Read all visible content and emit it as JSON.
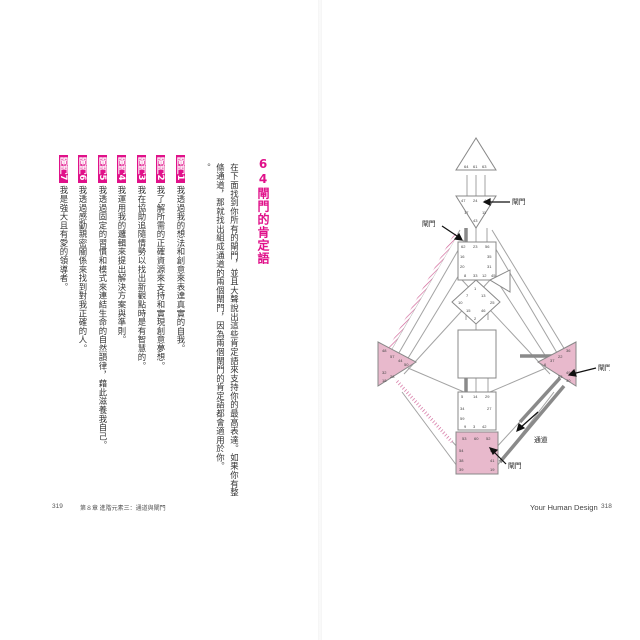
{
  "heading": "64閘門的肯定語",
  "paragraph": [
    "在下面找到你所有的閘門，並且大聲說出這些肯定語來支持你的最高表達。如果你有整",
    "條通道，那就找出組成通道的兩個閘門，因為兩個閘門的肯定語都會適用於你。",
    "。"
  ],
  "gates": [
    {
      "label": "閘門",
      "number": "1",
      "text": "我透過我的想法和創意來表達真實的自我。"
    },
    {
      "label": "閘門",
      "number": "2",
      "text": "我了解所需的正確資源來支持和實現創意夢想。"
    },
    {
      "label": "閘門",
      "number": "3",
      "text": "我在協助追隨情勢以找出新觀點時是有智慧的。"
    },
    {
      "label": "閘門",
      "number": "4",
      "text": "我運用我的邏輯來提出解決方案與準則。"
    },
    {
      "label": "閘門",
      "number": "5",
      "text": "我透過固定的習慣和模式來連結生命的自然韻律，藉此滋養我自己。"
    },
    {
      "label": "閘門",
      "number": "6",
      "text": "我透過感動親密關係來找到對我正確的人。"
    },
    {
      "label": "閘門",
      "number": "7",
      "text": "我是強大且有愛的領導者。"
    }
  ],
  "footer": {
    "left_page": "319",
    "chapter": "第８章  進階元素三：通道與閘門",
    "book_title": "Your Human Design",
    "right_page": "318"
  },
  "diagram": {
    "callouts": {
      "gate_a": "閘門",
      "gate_b": "閘門",
      "gate_c": "閘門",
      "gate_d": "閘門",
      "channel": "通道"
    },
    "head_numbers": [
      "64",
      "61",
      "63"
    ],
    "ajna_numbers": [
      "47",
      "24",
      "4",
      "17",
      "11",
      "43"
    ],
    "throat_numbers": [
      "62",
      "23",
      "56",
      "16",
      "35",
      "20",
      "31",
      "8",
      "33",
      "12",
      "45"
    ],
    "g_numbers": [
      "1",
      "7",
      "13",
      "10",
      "25",
      "15",
      "46",
      "2"
    ],
    "root_numbers": [
      "53",
      "60",
      "52",
      "54",
      "58",
      "38",
      "41",
      "39",
      "19"
    ],
    "spleen_numbers": [
      "48",
      "57",
      "44",
      "50",
      "32",
      "28",
      "18"
    ],
    "solar_numbers": [
      "36",
      "22",
      "37",
      "6",
      "49",
      "55",
      "30"
    ],
    "sacral_numbers": [
      "5",
      "14",
      "29",
      "34",
      "27",
      "59",
      "9",
      "3",
      "42"
    ],
    "colors": {
      "highlight": "#e8b9cc",
      "accent": "#e0118a",
      "line": "#9a9a9a"
    }
  }
}
